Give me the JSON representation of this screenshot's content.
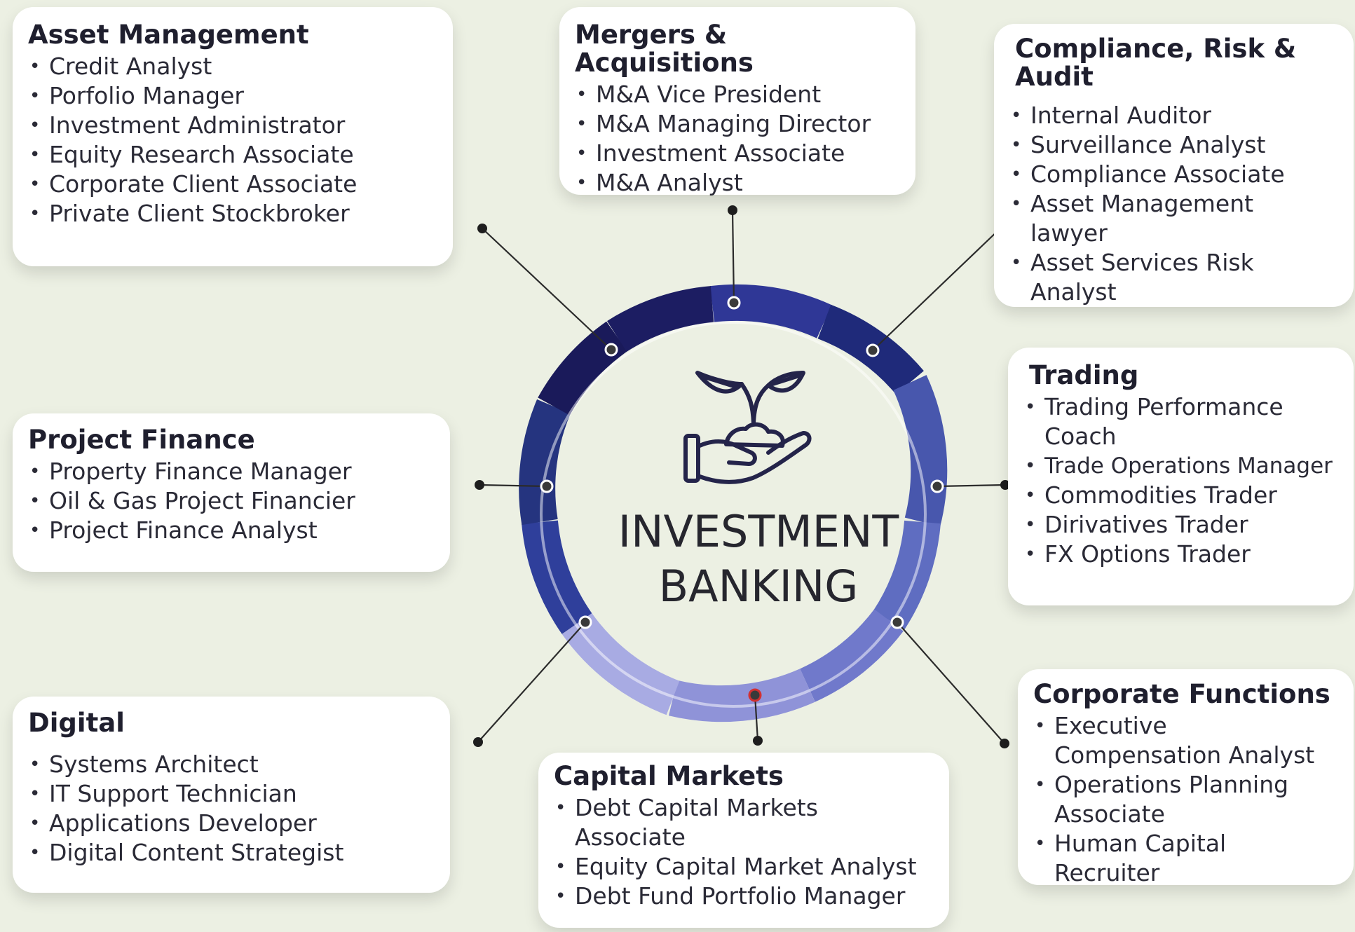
{
  "center": {
    "line1": "INVESTMENT",
    "line2": "BANKING"
  },
  "colors": {
    "background": "#ecf0e3",
    "ring_dark": "#1c1a5b",
    "ring_mid": "#3b48a6",
    "ring_light": "#a4a8e1",
    "connector": "#2b2b2b"
  },
  "icon": "hand-holding-plant-icon",
  "categories": {
    "asset_management": {
      "title": "Asset Management",
      "items": [
        "Credit Analyst",
        "Porfolio Manager",
        "Investment Administrator",
        "Equity Research Associate",
        "Corporate Client Associate",
        "Private Client Stockbroker"
      ]
    },
    "mergers": {
      "title": "Mergers & Acquisitions",
      "items": [
        "M&A Vice President",
        "M&A Managing Director",
        "Investment Associate",
        "M&A Analyst"
      ]
    },
    "compliance": {
      "title_line1": "Compliance, Risk &",
      "title_line2": "Audit",
      "items": [
        "Internal Auditor",
        "Surveillance Analyst",
        "Compliance Associate",
        "Asset Management lawyer",
        "Asset Services Risk Analyst"
      ]
    },
    "trading": {
      "title": "Trading",
      "items": [
        "Trading Performance Coach",
        "Trade Operations Manager",
        "Commodities Trader",
        "Dirivatives Trader",
        "FX Options Trader"
      ]
    },
    "project_finance": {
      "title": "Project Finance",
      "items": [
        "Property Finance Manager",
        "Oil & Gas Project Financier",
        "Project Finance Analyst"
      ]
    },
    "corporate_functions": {
      "title": "Corporate Functions",
      "items": [
        "Executive Compensation Analyst",
        "Operations Planning Associate",
        "Human Capital Recruiter"
      ]
    },
    "digital": {
      "title": "Digital",
      "items": [
        "Systems Architect",
        "IT Support Technician",
        "Applications Developer",
        "Digital Content Strategist"
      ]
    },
    "capital_markets": {
      "title": "Capital Markets",
      "items": [
        "Debt Capital Markets Associate",
        "Equity Capital Market Analyst",
        "Debt Fund Portfolio Manager"
      ]
    }
  }
}
